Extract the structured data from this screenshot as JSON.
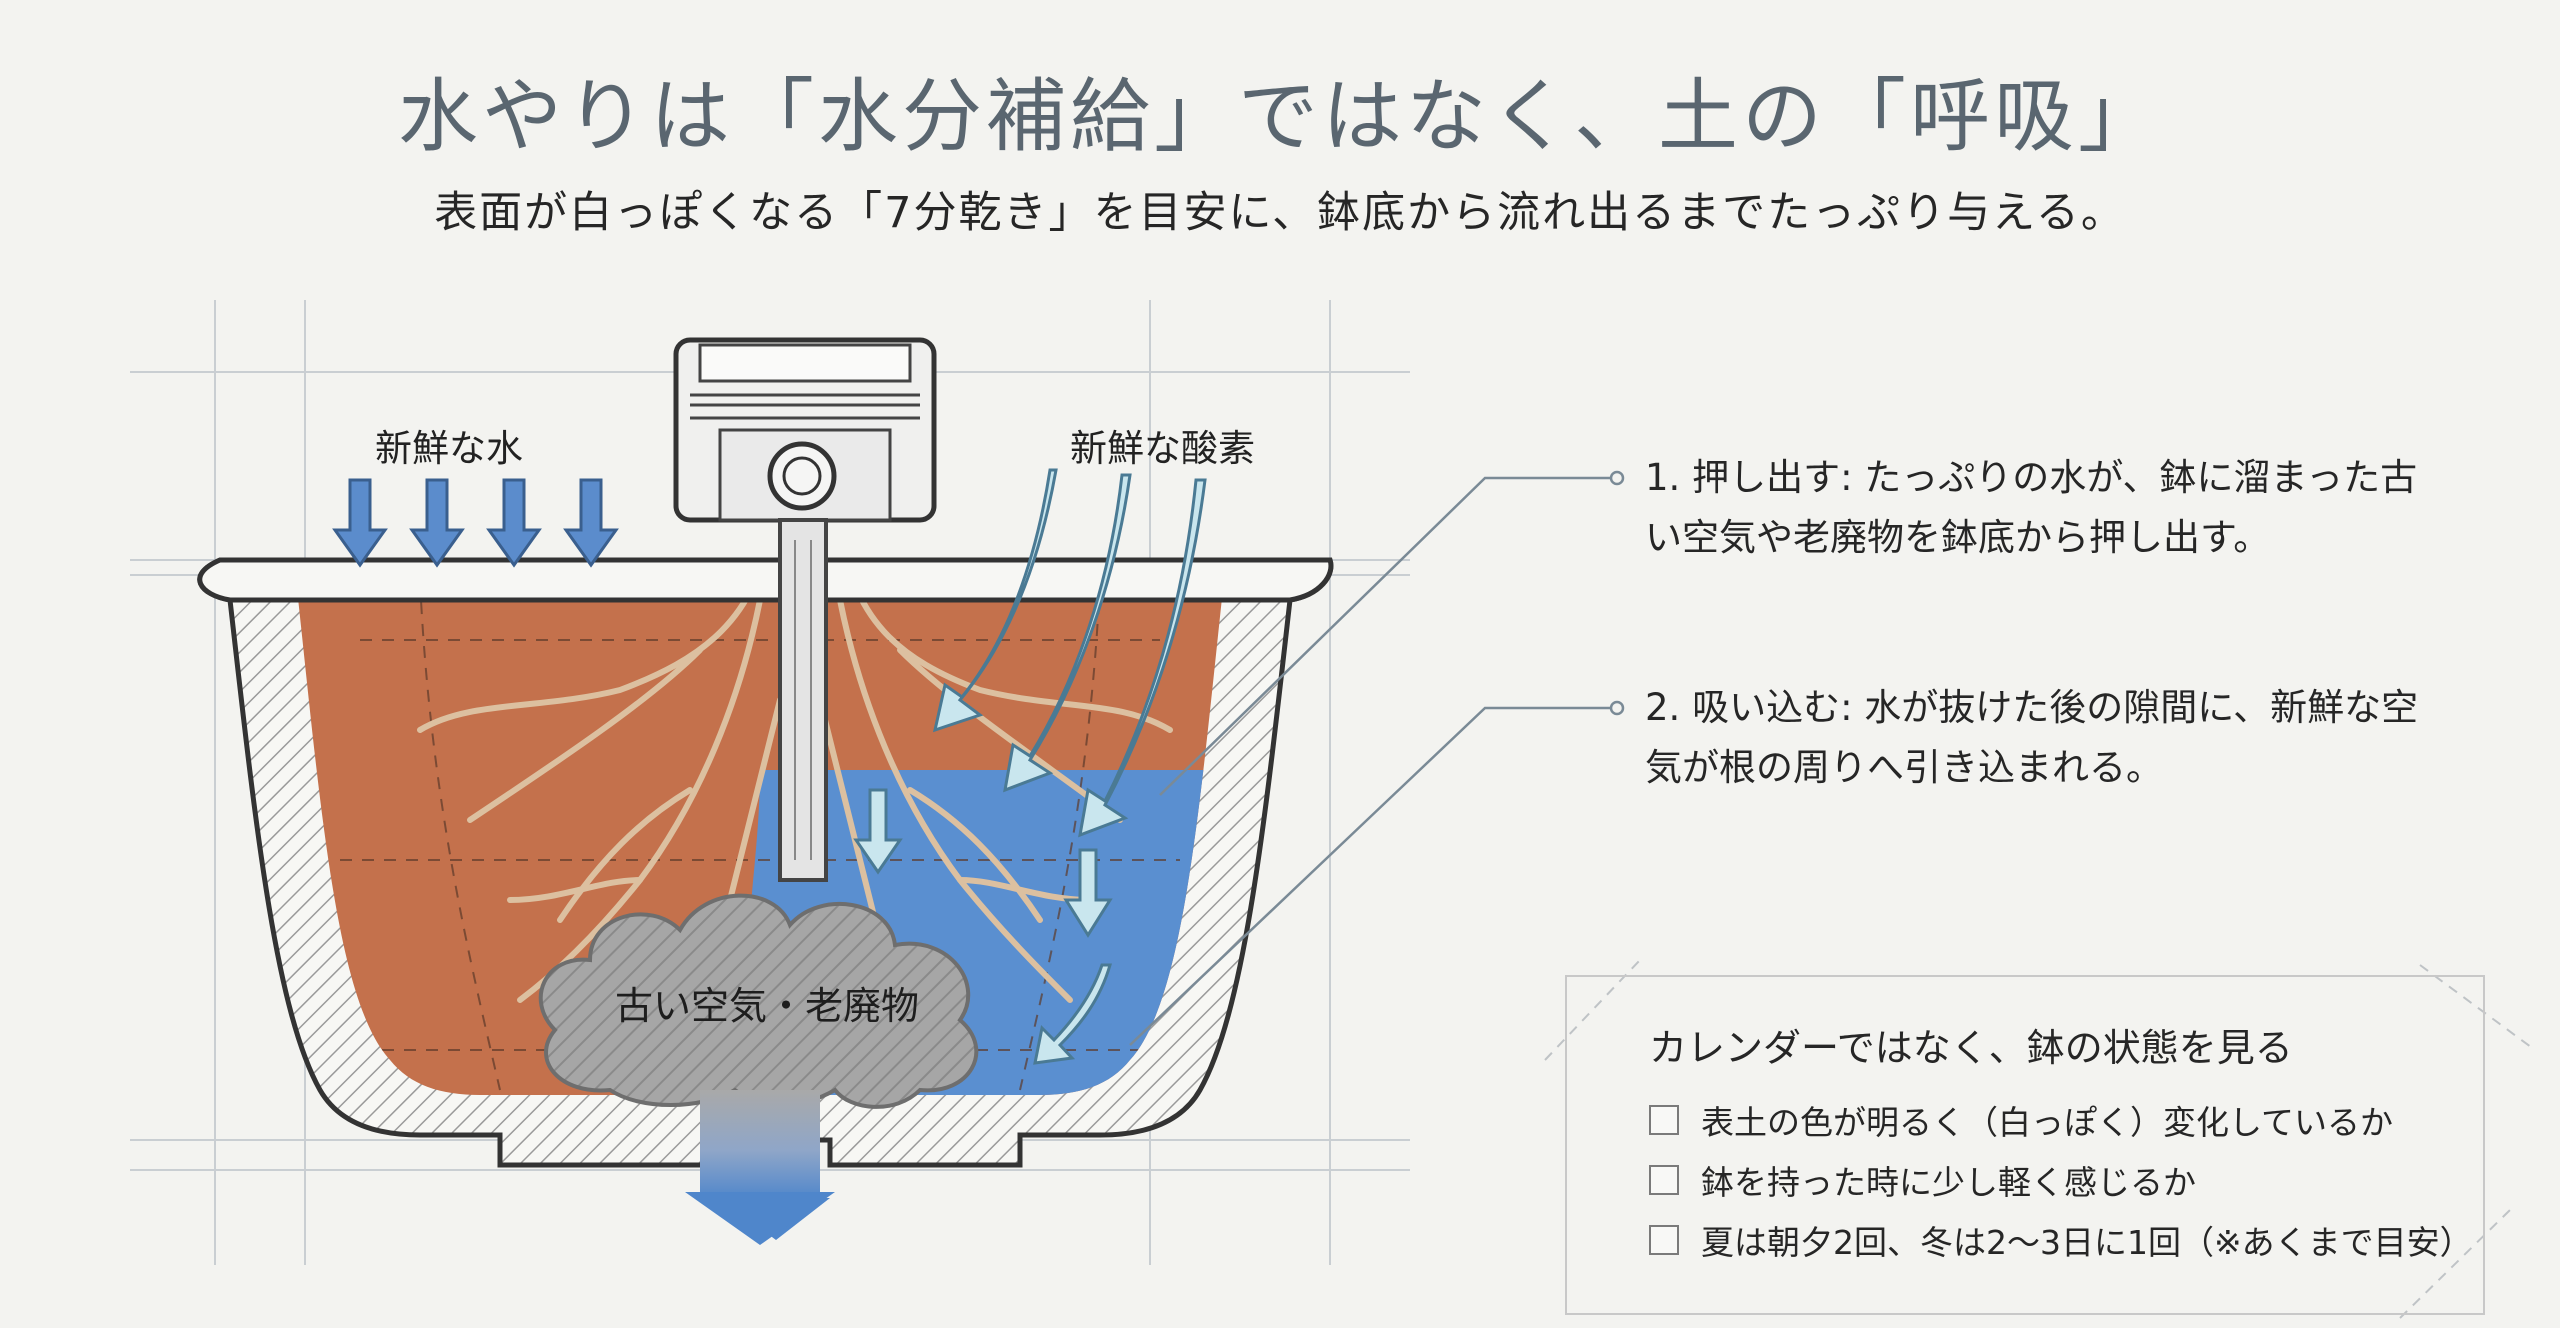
{
  "header": {
    "title": "水やりは「水分補給」ではなく、土の「呼吸」",
    "subtitle": "表面が白っぽくなる「7分乾き」を目安に、鉢底から流れ出るまでたっぷり与える。"
  },
  "diagram": {
    "label_water": "新鮮な水",
    "label_oxygen": "新鮮な酸素",
    "label_old_air": "古い空気・老廃物"
  },
  "callouts": [
    {
      "text": "1. 押し出す: たっぷりの水が、鉢に溜まった古い空気や老廃物を鉢底から押し出す。"
    },
    {
      "text": "2. 吸い込む: 水が抜けた後の隙間に、新鮮な空気が根の周りへ引き込まれる。"
    }
  ],
  "checklist": {
    "title": "カレンダーではなく、鉢の状態を見る",
    "items": [
      {
        "label": "表土の色が明るく（白っぽく）変化しているか",
        "checked": false
      },
      {
        "label": "鉢を持った時に少し軽く感じるか",
        "checked": false
      },
      {
        "label": "夏は朝夕2回、冬は2〜3日に1回（※あくまで目安）",
        "checked": false
      }
    ]
  },
  "colors": {
    "soil": "#c4714c",
    "water": "#5a8fd0",
    "pot_outline": "#333333",
    "arrow_water": "#5b8ccc",
    "arrow_air": "#c9e6ee",
    "cloud": "#9a9a9a",
    "title": "#5a6670"
  }
}
